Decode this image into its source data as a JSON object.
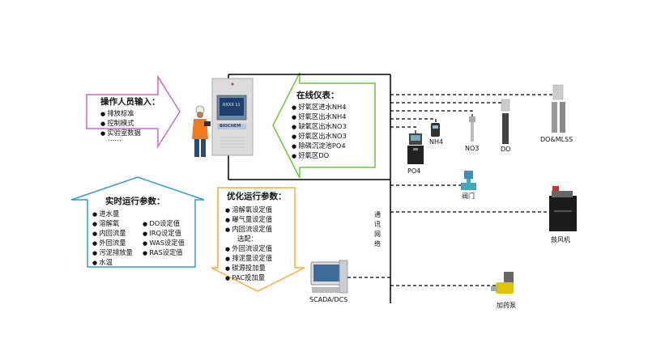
{
  "operator": {
    "title": "操作人员输入：",
    "items": [
      "排放标准",
      "控制模式",
      "实验室数据"
    ],
    "ellipsis": "……"
  },
  "instruments": {
    "title": "在线仪表：",
    "items": [
      "好氧区进水NH4",
      "好氧区出水NH4",
      "缺氧区出水NO3",
      "好氧区出水NO3",
      "除磷沉淀池PO4",
      "好氧区DO"
    ]
  },
  "realtime": {
    "title": "实时运行参数：",
    "left": [
      "进水量",
      "溶解氧",
      "内回流量",
      "外回流量",
      "污泥排放量",
      "水温"
    ],
    "right": [
      "DO设定值",
      "IRQ设定值",
      "WAS设定值",
      "RAS设定值"
    ]
  },
  "optimized": {
    "title": "优化运行参数：",
    "items": [
      "溶解氧设定值",
      "曝气量设定值",
      "内回流设定值"
    ],
    "subheading": "选配：",
    "optional": [
      "外回流设定值",
      "排泥量设定值",
      "碳源投加量",
      "PAC投加量"
    ]
  },
  "network_label": "通讯网络",
  "device_labels": {
    "nh4": "NH4",
    "po4": "PO4",
    "no3": "NO3",
    "do": "DO",
    "do_mlss": "DO&MLSS",
    "valve": "阀门",
    "blower": "鼓风机",
    "scada": "SCADA/DCS",
    "pump": "加药泵"
  },
  "cabinet": {
    "screen_text": "RXXX 11",
    "brand": "BIOCHEM"
  },
  "colors": {
    "operator_arrow": "#cc66cc",
    "instrument_arrow": "#66cc33",
    "realtime_arrow": "#3399dd",
    "optimized_arrow": "#ffaa33"
  }
}
